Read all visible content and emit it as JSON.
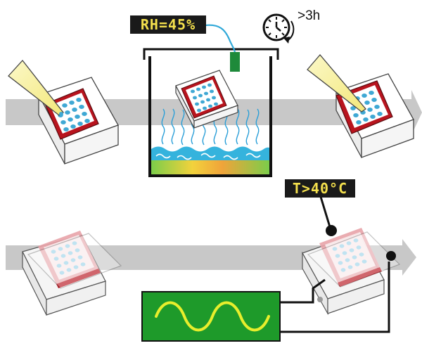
{
  "sensor": {
    "humidity_readout": "RH=45%"
  },
  "timer": {
    "duration_label": ">3h"
  },
  "heater": {
    "temperature_readout": "T>40°C"
  },
  "colors": {
    "flow_arrow": "#c8c8c8",
    "frame_red": "#b8141e",
    "frame_red_faded": "#e8a3a9",
    "droplet": "#3fa8d4",
    "droplet_faded": "#9fd4ea",
    "nozzle_yellow": "#f7f3a1",
    "lcd_background": "#1a1a1a",
    "lcd_text": "#f4e04d",
    "sensor_green": "#1e8a3a",
    "sensor_cable": "#2fa8d8",
    "generator_green": "#1e9a2a",
    "sine_wave": "#e8ee2c",
    "water_wave": "#35b3dd",
    "vapor": "#2a9fd8"
  }
}
